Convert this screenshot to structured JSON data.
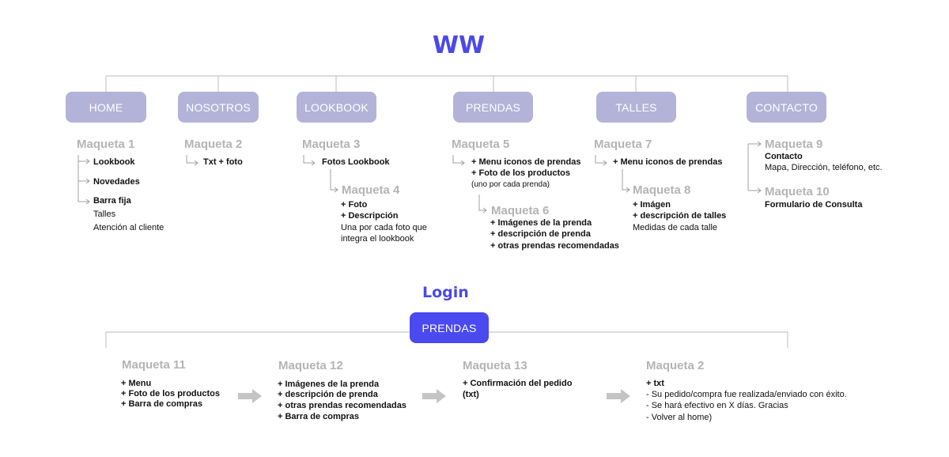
{
  "title": "WW",
  "nav": {
    "home": "HOME",
    "nosotros": "NOSOTROS",
    "lookbook": "LOOKBOOK",
    "prendas": "PRENDAS",
    "talles": "TALLES",
    "contacto": "CONTACTO"
  },
  "home": {
    "maqueta": "Maqueta 1",
    "item1": "Lookbook",
    "item2": "Novedades",
    "item3": "Barra fija",
    "item3_sub1": "Talles",
    "item3_sub2": "Atención al cliente"
  },
  "nosotros": {
    "maqueta": "Maqueta 2",
    "item1": "Txt + foto"
  },
  "lookbook": {
    "maqueta": "Maqueta 3",
    "item1": "Fotos Lookbook",
    "sub_maqueta": "Maqueta 4",
    "sub_item1": "+ Foto",
    "sub_item2": "+ Descripción",
    "sub_note1": "Una por cada foto que",
    "sub_note2": "integra el lookbook"
  },
  "prendas": {
    "maqueta": "Maqueta 5",
    "item1": "+ Menu iconos de prendas",
    "item2": "+ Foto de los productos",
    "note": "(uno por cada prenda)",
    "sub_maqueta": "Maqueta 6",
    "sub_item1": "+ Imágenes de la prenda",
    "sub_item2": "+ descripción de prenda",
    "sub_item3": "+ otras prendas recomendadas"
  },
  "talles": {
    "maqueta": "Maqueta 7",
    "item1": "+ Menu iconos de prendas",
    "sub_maqueta": "Maqueta 8",
    "sub_item1": "+ Imágen",
    "sub_item2": "+ descripción de talles",
    "sub_note": "Medidas de cada talle"
  },
  "contacto": {
    "maqueta1": "Maqueta 9",
    "item1": "Contacto",
    "note1": "Mapa, Dirección, teléfono, etc.",
    "maqueta2": "Maqueta 10",
    "item2": "Formulario de Consulta"
  },
  "login": {
    "title": "Login",
    "node": "PRENDAS",
    "step1": {
      "maqueta": "Maqueta 11",
      "lines": [
        "+ Menu",
        "+ Foto de los productos",
        "+ Barra de compras"
      ]
    },
    "step2": {
      "maqueta": "Maqueta 12",
      "lines": [
        "+ Imágenes de la prenda",
        "+ descripción de prenda",
        "+ otras prendas recomendadas",
        "+ Barra de compras"
      ]
    },
    "step3": {
      "maqueta": "Maqueta 13",
      "lines": [
        "+ Confirmación del pedido",
        "(txt)"
      ]
    },
    "step4": {
      "maqueta": "Maqueta 2",
      "lines": [
        "+ txt",
        "- Su pedido/compra fue realizada/enviado con éxito.",
        "- Se hará efectivo en X días. Gracias",
        "- Volver al home)"
      ]
    }
  },
  "colors": {
    "accent": "#4b49f0",
    "node": "#b3b2d8",
    "muted": "#b4b4b4",
    "connector": "#c8c8c8"
  }
}
